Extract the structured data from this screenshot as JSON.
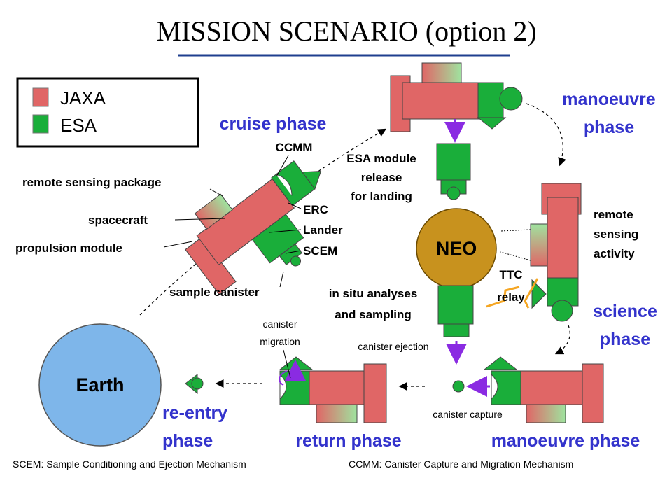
{
  "title": "MISSION SCENARIO (option 2)",
  "colors": {
    "jaxa": "#e06666",
    "esa": "#1aae3a",
    "phase_text": "#3333cc",
    "earth": "#7eb6ea",
    "neo": "#c8921e",
    "title_rule": "#1f3f8f",
    "ttc": "#f5a623",
    "arrow": "#8a2be2"
  },
  "legend": {
    "jaxa": "JAXA",
    "esa": "ESA"
  },
  "phases": {
    "cruise": "cruise phase",
    "manoeuvre_top_1": "manoeuvre",
    "manoeuvre_top_2": "phase",
    "science_1": "science",
    "science_2": "phase",
    "reentry_1": "re-entry",
    "reentry_2": "phase",
    "return": "return phase",
    "manoeuvre_bottom": "manoeuvre phase"
  },
  "components": {
    "ccmm": "CCMM",
    "remote_sensing_package": "remote sensing package",
    "spacecraft": "spacecraft",
    "propulsion_module": "propulsion module",
    "erc": "ERC",
    "lander": "Lander",
    "scem": "SCEM",
    "sample_canister": "sample canister"
  },
  "annotations": {
    "esa_module_1": "ESA module",
    "esa_module_2": "release",
    "esa_module_3": "for landing",
    "remote_sensing_1": "remote",
    "remote_sensing_2": "sensing",
    "remote_sensing_3": "activity",
    "ttc_1": "TTC",
    "ttc_2": "relay",
    "in_situ_1": "in situ analyses",
    "in_situ_2": "and sampling",
    "canister_migration_1": "canister",
    "canister_migration_2": "migration",
    "canister_ejection": "canister ejection",
    "canister_capture": "canister capture"
  },
  "bodies": {
    "neo": "NEO",
    "earth": "Earth"
  },
  "footnotes": {
    "scem": "SCEM: Sample Conditioning and Ejection Mechanism",
    "ccmm": "CCMM: Canister Capture and Migration Mechanism"
  }
}
